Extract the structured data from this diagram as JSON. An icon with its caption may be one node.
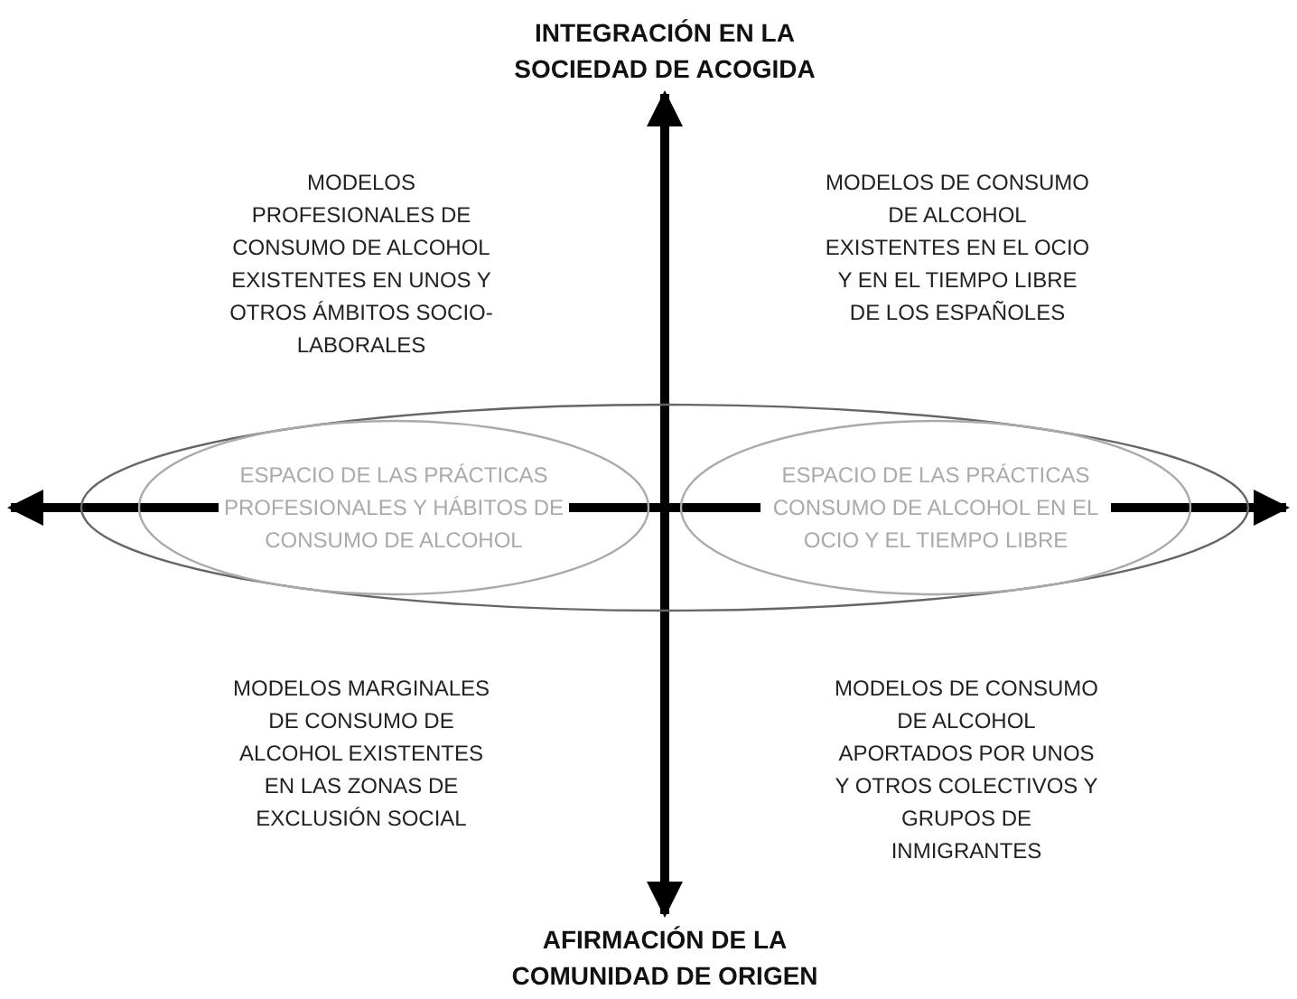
{
  "diagram": {
    "nodes": [
      {
        "text": [],
        "shape": "ellipse"
      },
      {
        "text": [
          "ESPACIO DE LAS PRÁCTICAS PROFESIONALES Y HÁBITOS DE CONSUMO DE ALCOHOL"
        ],
        "in": 0
      },
      {
        "text": [
          "ESPACIO DE LAS PRÁCTICAS CONSUMO DE ALCOHOL EN EL OCIO Y EL TIEMPO LIBRE"
        ],
        "in": 0
      }
    ],
    "labels": [
      "INTEGRACIÓN EN LA SOCIEDAD DE ACOGIDA",
      "MODELOS PROFESIONALES DE CONSUMO DE ALCOHOL EXISTENTES EN UNOS Y OTROS ÁMBITOS SOCIO-LABORALES",
      "MODELOS DE CONSUMO DE ALCOHOL EXISTENTES EN EL OCIO Y EN EL TIEMPO LIBRE DE LOS ESPAÑOLES",
      "MODELOS MARGINALES DE CONSUMO DE ALCOHOL EXISTENTES EN LAS ZONAS DE EXCLUSIÓN SOCIAL",
      "MODELOS DE CONSUMO DE ALCOHOL APORTADOS POR UNOS Y OTROS COLECTIVOS Y GRUPOS DE INMIGRANTES",
      "AFIRMACIÓN DE LA COMUNIDAD DE ORIGEN"
    ]
  }
}
